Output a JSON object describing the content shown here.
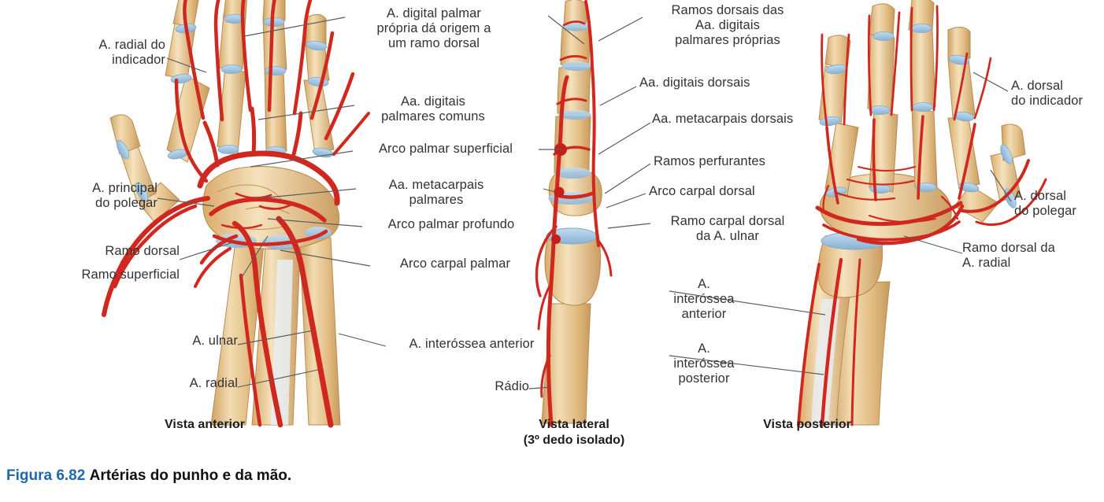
{
  "figure": {
    "number": "Figura 6.82",
    "title": "Artérias do punho e da mão."
  },
  "views": [
    {
      "id": "anterior",
      "caption": "Vista anterior"
    },
    {
      "id": "lateral",
      "caption": "Vista lateral\n(3º dedo isolado)"
    },
    {
      "id": "posterior",
      "caption": "Vista posterior"
    }
  ],
  "labels": {
    "anterior": [
      {
        "name": "a-radial-do-indicador",
        "text": "A. radial do\nindicador"
      },
      {
        "name": "a-principal-do-polegar",
        "text": "A. principal\ndo polegar"
      },
      {
        "name": "ramo-dorsal",
        "text": "Ramo dorsal"
      },
      {
        "name": "ramo-superficial",
        "text": "Ramo superficial"
      },
      {
        "name": "a-ulnar",
        "text": "A. ulnar"
      },
      {
        "name": "a-radial",
        "text": "A. radial"
      }
    ],
    "center_left": [
      {
        "name": "a-digital-palmar-propria",
        "text": "A. digital palmar\nprópria dá origem a\num ramo dorsal"
      },
      {
        "name": "aa-digitais-palmares-comuns",
        "text": "Aa. digitais\npalmares comuns"
      },
      {
        "name": "arco-palmar-superficial",
        "text": "Arco palmar superficial"
      },
      {
        "name": "aa-metacarpais-palmares",
        "text": "Aa. metacarpais\npalmares"
      },
      {
        "name": "arco-palmar-profundo",
        "text": "Arco palmar profundo"
      },
      {
        "name": "arco-carpal-palmar",
        "text": "Arco carpal palmar"
      },
      {
        "name": "a-interossea-anterior-esq",
        "text": "A. interóssea anterior"
      },
      {
        "name": "radio",
        "text": "Rádio"
      }
    ],
    "center_right": [
      {
        "name": "ramos-dorsais-aa-digitais-palmares-proprias",
        "text": "Ramos dorsais das\nAa. digitais\npalmares próprias"
      },
      {
        "name": "aa-digitais-dorsais",
        "text": "Aa. digitais dorsais"
      },
      {
        "name": "aa-metacarpais-dorsais",
        "text": "Aa. metacarpais dorsais"
      },
      {
        "name": "ramos-perfurantes",
        "text": "Ramos perfurantes"
      },
      {
        "name": "arco-carpal-dorsal",
        "text": "Arco carpal dorsal"
      },
      {
        "name": "ramo-carpal-dorsal-da-a-ulnar",
        "text": "Ramo carpal dorsal\nda A. ulnar"
      },
      {
        "name": "a-interossea-anterior-dir",
        "text": "A.\ninteróssea\nanterior"
      },
      {
        "name": "a-interossea-posterior",
        "text": "A.\ninteróssea\nposterior"
      }
    ],
    "posterior": [
      {
        "name": "a-dorsal-do-indicador",
        "text": "A. dorsal\ndo indicador"
      },
      {
        "name": "a-dorsal-do-polegar",
        "text": "A. dorsal\ndo polegar"
      },
      {
        "name": "ramo-dorsal-da-a-radial",
        "text": "Ramo dorsal da\nA. radial"
      }
    ]
  },
  "colors": {
    "artery": "#d0281e",
    "artery_dark": "#a81b14",
    "bone": "#e6c087",
    "bone_shadow": "#cda162",
    "bone_light": "#f3dcb4",
    "cartilage": "#a9c9e2",
    "cartilage_dark": "#7fa9cb",
    "leader": "#5a5a5a",
    "text": "#333333",
    "fig_number": "#1f67b0",
    "background": "#ffffff"
  }
}
